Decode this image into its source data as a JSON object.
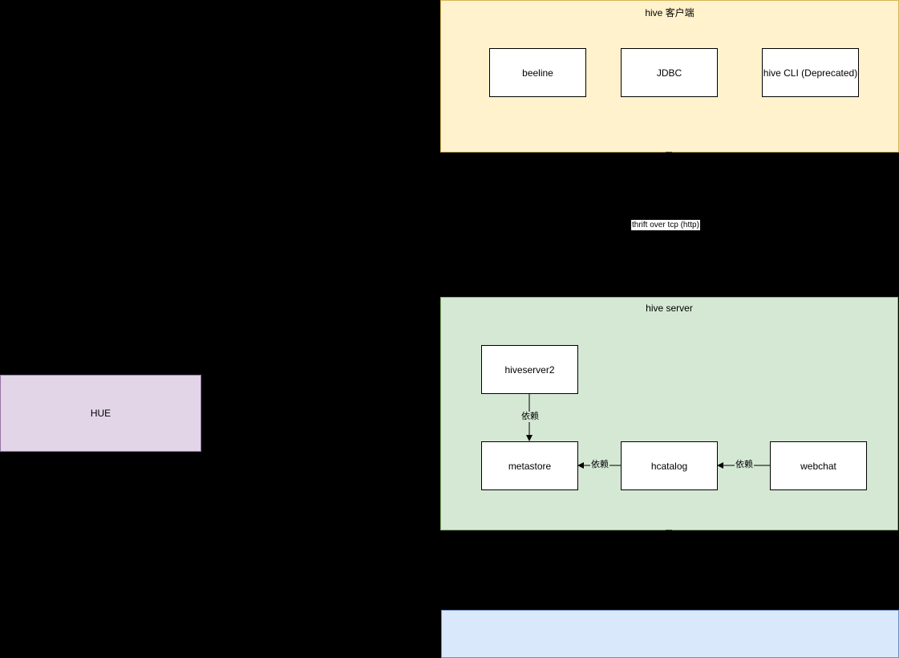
{
  "colors": {
    "background": "#000000",
    "client_fill": "#fff2cc",
    "client_stroke": "#d6b656",
    "server_fill": "#d5e8d4",
    "server_stroke": "#82b366",
    "hue_fill": "#e1d5e7",
    "hue_stroke": "#9673a6",
    "storage_fill": "#dae8fc",
    "storage_stroke": "#6c8ebf"
  },
  "client_group": {
    "title": "hive 客户端",
    "nodes": [
      "beeline",
      "JDBC",
      "hive CLI (Deprecated)"
    ]
  },
  "protocol_label": "thrift over tcp (http)",
  "server_group": {
    "title": "hive server",
    "nodes": {
      "hiveserver2": "hiveserver2",
      "metastore": "metastore",
      "hcatalog": "hcatalog",
      "webchat": "webchat"
    },
    "edges": [
      {
        "from": "hiveserver2",
        "to": "metastore",
        "label": "依赖"
      },
      {
        "from": "hcatalog",
        "to": "metastore",
        "label": "依赖"
      },
      {
        "from": "webchat",
        "to": "hcatalog",
        "label": "依赖"
      }
    ]
  },
  "hue": {
    "label": "HUE"
  }
}
